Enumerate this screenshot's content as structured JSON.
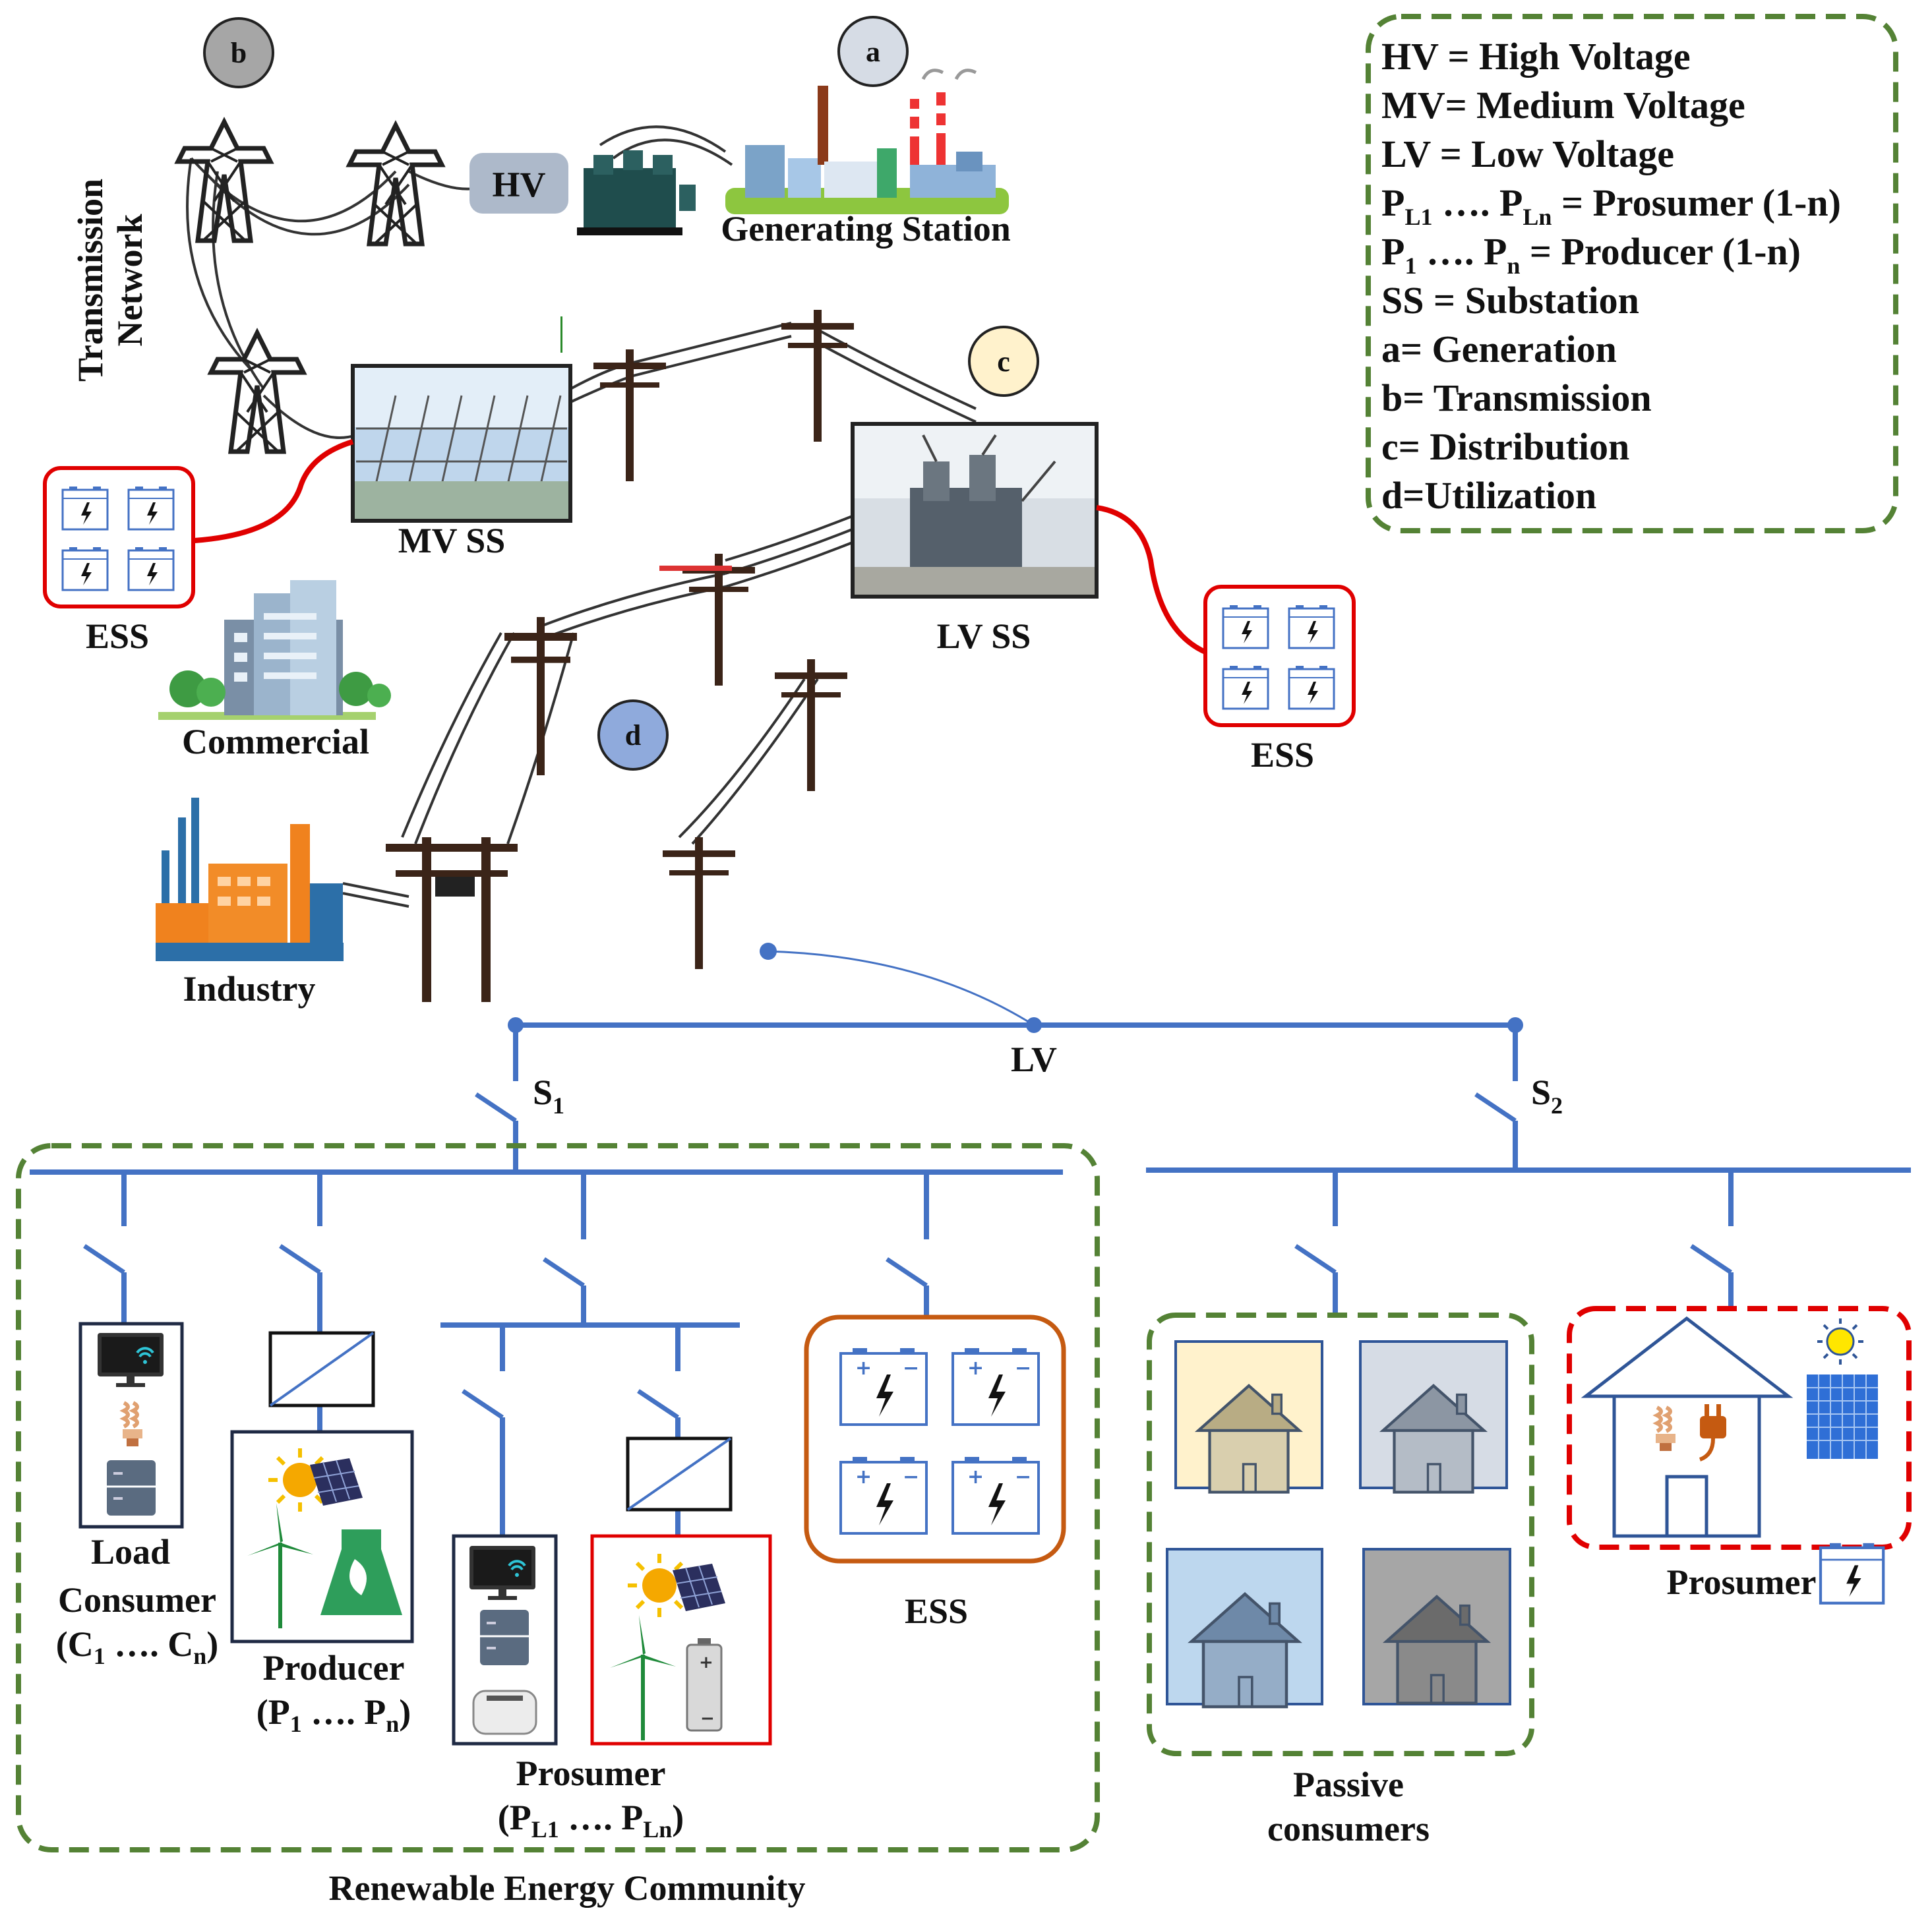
{
  "stage_markers": {
    "a": "a",
    "b": "b",
    "c": "c",
    "d": "d"
  },
  "grid": {
    "hv_box": "HV",
    "generating_station": "Generating Station",
    "transmission_network_line1": "Transmission",
    "transmission_network_line2": "Network",
    "mv_ss": "MV SS",
    "lv_ss": "LV SS",
    "ess_left": "ESS",
    "ess_right": "ESS",
    "commercial": "Commercial",
    "industry": "Industry"
  },
  "legend": {
    "items": [
      {
        "text": "HV = High Voltage"
      },
      {
        "text": "MV= Medium Voltage"
      },
      {
        "text": "LV = Low Voltage"
      },
      {
        "pre": "P",
        "sub1": "L1",
        "mid": " …. P",
        "sub2": "Ln",
        "post": " = Prosumer (1-n)"
      },
      {
        "pre": "P",
        "sub1": "1",
        "mid": " …. P",
        "sub2": "n",
        "post": " = Producer (1-n)"
      },
      {
        "text": "SS = Substation"
      },
      {
        "text": "a= Generation"
      },
      {
        "text": "b= Transmission"
      },
      {
        "text": "c= Distribution"
      },
      {
        "text": "d=Utilization"
      }
    ]
  },
  "bus": {
    "lv": "LV",
    "s1": "S",
    "s1_sub": "1",
    "s2": "S",
    "s2_sub": "2"
  },
  "community": {
    "load_line1": "Load",
    "load_line2": "Consumer",
    "load_line3_pre": "(C",
    "load_line3_sub1": "1",
    "load_line3_mid": " …. C",
    "load_line3_sub2": "n",
    "load_line3_post": ")",
    "producer_line1": "Producer",
    "producer_line2_pre": "(P",
    "producer_line2_sub1": "1",
    "producer_line2_mid": " …. P",
    "producer_line2_sub2": "n",
    "producer_line2_post": ")",
    "prosumer_line1": "Prosumer",
    "prosumer_line2_pre": "(P",
    "prosumer_line2_sub1": "L1",
    "prosumer_line2_mid": " …. P",
    "prosumer_line2_sub2": "Ln",
    "prosumer_line2_post": ")",
    "ess": "ESS",
    "title": "Renewable Energy Community"
  },
  "outside": {
    "passive_line1": "Passive",
    "passive_line2": "consumers",
    "prosumer": "Prosumer"
  },
  "colors": {
    "bus_blue": "#4472C4",
    "dashed_green": "#548235",
    "ess_red": "#E00000",
    "ess_orange": "#C55A11",
    "prosumer_dashed_red": "#E00000",
    "marker_a": "#D6DCE5",
    "marker_b": "#A6A6A6",
    "marker_c": "#FFF2CC",
    "marker_d": "#8FAADC"
  },
  "icons": [
    "transmission-tower-icon",
    "transformer-icon",
    "power-plant-icon",
    "substation-photo-icon",
    "utility-pole-icon",
    "battery-icon",
    "office-building-icon",
    "factory-icon",
    "monitor-icon",
    "lightbulb-icon",
    "fridge-icon",
    "sun-icon",
    "solar-panel-icon",
    "wind-turbine-icon",
    "bioenergy-flask-icon",
    "toaster-icon",
    "house-icon",
    "plug-icon",
    "converter-icon",
    "switch-icon"
  ]
}
